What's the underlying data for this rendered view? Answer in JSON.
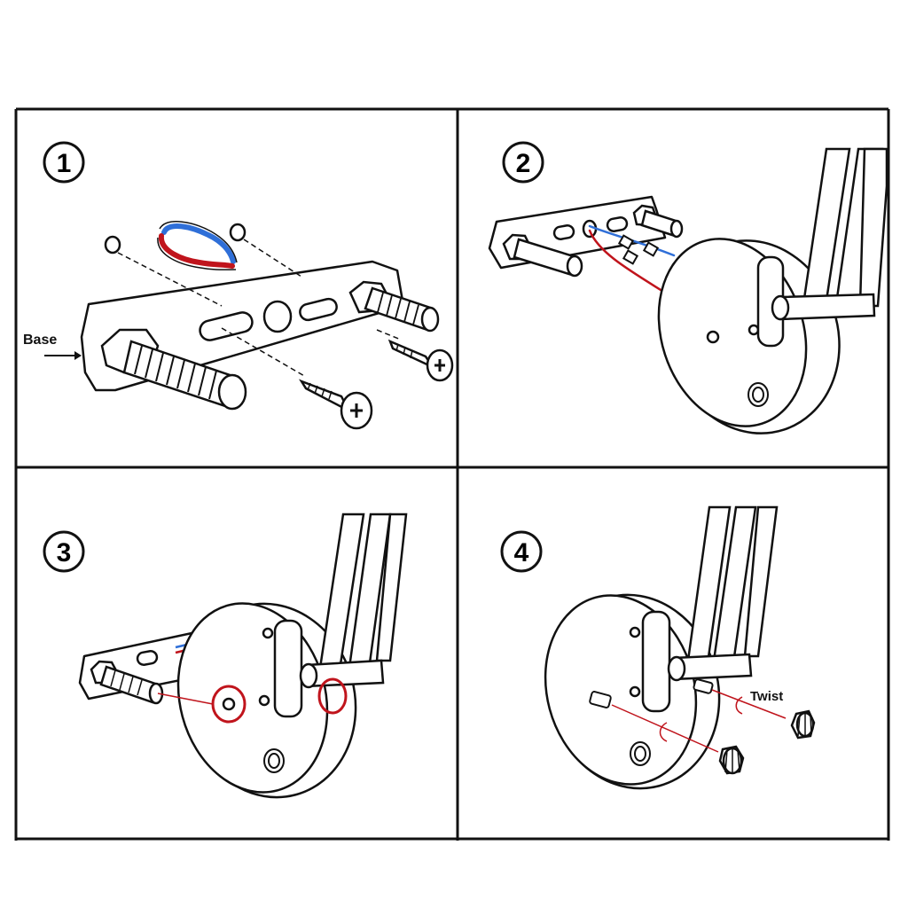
{
  "steps": [
    {
      "number": "1"
    },
    {
      "number": "2"
    },
    {
      "number": "3"
    },
    {
      "number": "4"
    }
  ],
  "labels": {
    "base": "Base",
    "twist": "Twist"
  },
  "colors": {
    "line": "#111111",
    "wire_red": "#c0141c",
    "wire_blue": "#2f6fd8",
    "highlight": "#c0141c"
  },
  "icons": [
    "screw-icon",
    "bolt-icon",
    "nut-icon",
    "wire-icon",
    "switch-icon",
    "cap-nut-icon"
  ]
}
